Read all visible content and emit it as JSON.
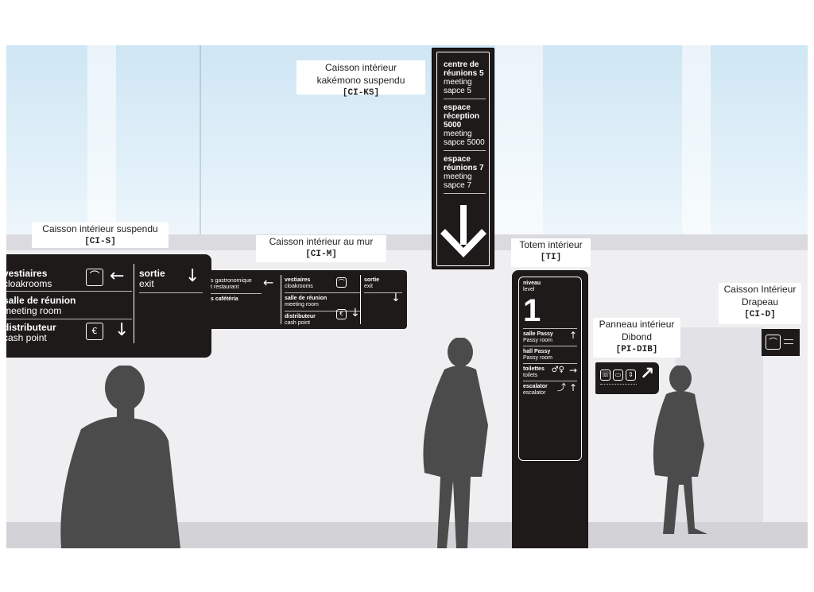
{
  "labels": {
    "ci_ks": {
      "title": "Caisson intérieur kakémono suspendu",
      "code": "[CI-KS]"
    },
    "ci_s": {
      "title": "Caisson intérieur suspendu",
      "code": "[CI-S]"
    },
    "ci_m": {
      "title": "Caisson intérieur au mur",
      "code": "[CI-M]"
    },
    "ti": {
      "title": "Totem intérieur",
      "code": "[TI]"
    },
    "pi_dib": {
      "title": "Panneau intérieur Dibond",
      "code": "[PI-DIB]"
    },
    "ci_d": {
      "title": "Caisson Intérieur Drapeau",
      "code": "[CI-D]"
    }
  },
  "kakemono": {
    "items": [
      {
        "title": "centre de réunions 5",
        "sub": "meeting sapce 5"
      },
      {
        "title": "espace réception 5000",
        "sub": "meeting sapce 5000"
      },
      {
        "title": "espace réunions 7",
        "sub": "meeting sapce 7"
      }
    ]
  },
  "suspendu": {
    "rows": [
      {
        "title": "vestiaires",
        "sub": "cloakrooms"
      },
      {
        "title": "salle de réunion",
        "sub": "meeting room"
      },
      {
        "title": "distributeur",
        "sub": "cash point"
      }
    ],
    "exit": {
      "title": "sortie",
      "sub": "exit"
    }
  },
  "mur": {
    "left": {
      "line1": "s gastronomique",
      "line2": "t restaurant",
      "line3": "s cafétéria"
    },
    "rows": [
      {
        "title": "vestiaires",
        "sub": "cloakrooms"
      },
      {
        "title": "salle de réunion",
        "sub": "meeting room"
      },
      {
        "title": "distributeur",
        "sub": "cash point"
      }
    ],
    "exit": {
      "title": "sortie",
      "sub": "exit"
    }
  },
  "totem": {
    "level_title": "niveau",
    "level_sub": "level",
    "level_number": "1",
    "rows": [
      {
        "title": "salle Passy",
        "sub": "Passy room"
      },
      {
        "title": "hall Passy",
        "sub": "Passy room"
      },
      {
        "title": "toilettes",
        "sub": "toilets"
      },
      {
        "title": "escalator",
        "sub": "escalator"
      }
    ]
  },
  "icons": {
    "cloakroom": "hanger-icon",
    "cash": "cash-point-icon",
    "arrow_left": "←",
    "arrow_down": "↓",
    "arrow_up": "↑",
    "arrow_right": "→",
    "arrow_diag": "↗",
    "hanger_glyph": "⌂",
    "phone_glyph": "☏",
    "toilets_glyph": "🚻",
    "escalator_glyph": "⤴"
  },
  "colors": {
    "sign": "#1f1a1a",
    "silhouette": "#4b4b4b",
    "window": "#d6ebf6"
  }
}
